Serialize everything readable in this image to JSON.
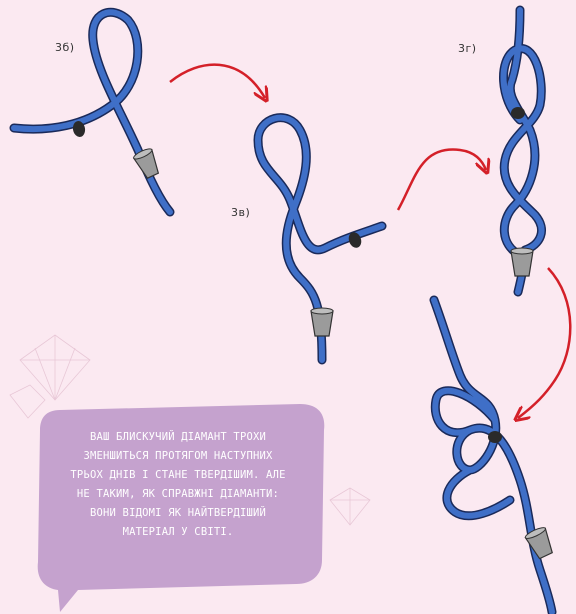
{
  "steps": {
    "b": "3б)",
    "v": "3в)",
    "g": "3г)"
  },
  "bubble": {
    "lines": [
      "ВАШ БЛИСКУЧИЙ ДІАМАНТ ТРОХИ",
      "ЗМЕНШИТЬСЯ ПРОТЯГОМ НАСТУПНИХ",
      "ТРЬОХ ДНІВ І СТАНЕ ТВЕРДІШИМ. АЛЕ",
      "НЕ ТАКИМ, ЯК СПРАВЖНІ ДІАМАНТИ:",
      "ВОНИ ВІДОМІ ЯК НАЙТВЕРДІШИЙ",
      "МАТЕРІАЛ У СВІТІ."
    ]
  },
  "colors": {
    "background": "#fbe9f1",
    "cord": "#3f6fc7",
    "cord_outline": "#1a2a5a",
    "bead": "#2a2a2a",
    "stopper": "#9b9b9b",
    "arrow": "#d42029",
    "bubble": "#c5a2ce",
    "diamond_outline": "#e6c4d4"
  }
}
